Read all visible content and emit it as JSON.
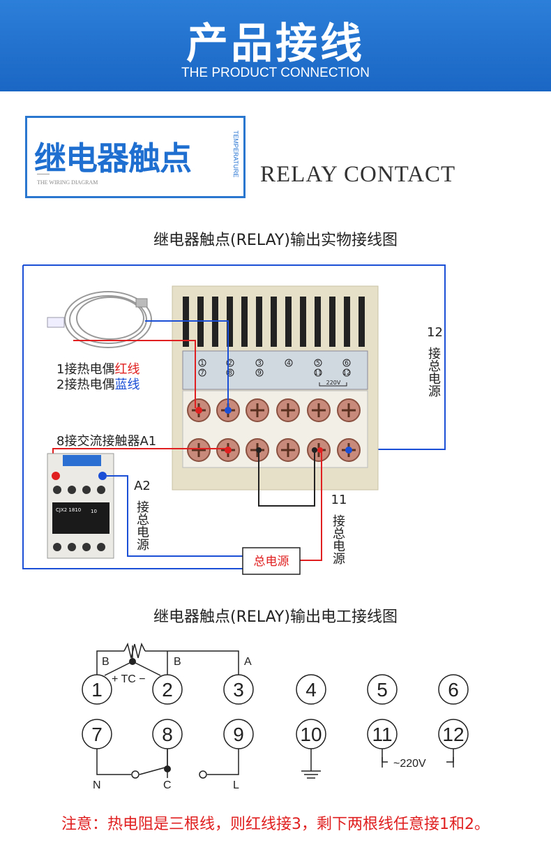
{
  "header": {
    "title": "产品接线",
    "subtitle": "THE PRODUCT CONNECTION"
  },
  "badge": {
    "title": "继电器触点",
    "small": "THE WIRING DIAGRAM",
    "vertical": "TEMPERATURE"
  },
  "relay_title": "RELAY CONTACT",
  "section1": {
    "title": "继电器触点(RELAY)输出实物接线图",
    "label_tc_red_prefix": "1接热电偶",
    "label_tc_red_color": "红线",
    "label_tc_blue_prefix": "2接热电偶",
    "label_tc_blue_color": "蓝线",
    "label_contactor": "8接交流接触器A1",
    "label_12": "12",
    "label_12_v": "接总电源",
    "label_a2": "A2",
    "label_a2_v": "接总电源",
    "label_11": "11",
    "label_11_v": "接总电源",
    "power_box": "总电源",
    "panel_voltage": "220V",
    "contactor_model": "CJX2 1810",
    "contactor_rating": "10"
  },
  "section2": {
    "title": "继电器触点(RELAY)输出电工接线图",
    "terminals": [
      "1",
      "2",
      "3",
      "4",
      "5",
      "6",
      "7",
      "8",
      "9",
      "10",
      "11",
      "12"
    ],
    "labels": {
      "b1": "B",
      "b2": "B",
      "a": "A",
      "tc": "+ TC −",
      "n": "N",
      "c": "C",
      "l": "L",
      "voltage": "~220V"
    }
  },
  "note": "注意：热电阻是三根线，则红线接3，剩下两根线任意接1和2。",
  "colors": {
    "header_blue": "#1f70d0",
    "red": "#e02020",
    "blue": "#1a4fd6",
    "panel": "#e6e0c8"
  }
}
